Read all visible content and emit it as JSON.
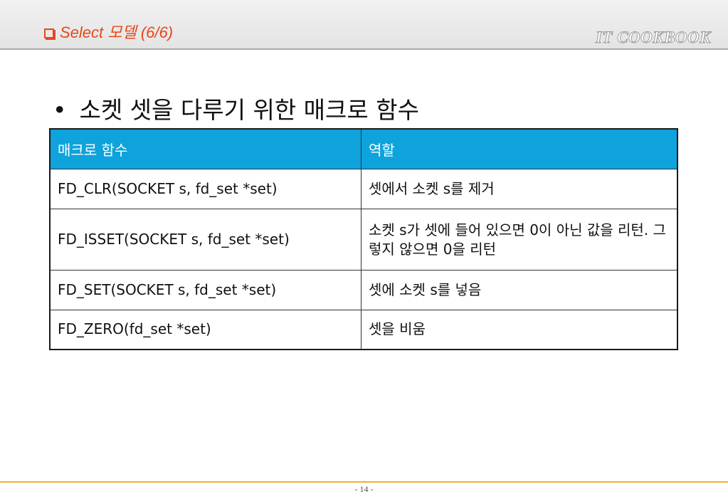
{
  "header": {
    "title": "Select 모델 (6/6)",
    "brand": "IT COOKBOOK"
  },
  "bullet": {
    "text": "소켓 셋을 다루기 위한 매크로 함수"
  },
  "table": {
    "headers": [
      "매크로 함수",
      "역할"
    ],
    "rows": [
      [
        "FD_CLR(SOCKET s, fd_set *set)",
        "셋에서 소켓 s를 제거"
      ],
      [
        "FD_ISSET(SOCKET s, fd_set *set)",
        "소켓 s가 셋에 들어 있으면 0이 아닌 값을 리턴. 그렇지 않으면 0을 리턴"
      ],
      [
        "FD_SET(SOCKET s, fd_set *set)",
        "셋에 소켓 s를 넣음"
      ],
      [
        "FD_ZERO(fd_set  *set)",
        "셋을 비움"
      ]
    ]
  },
  "footer": {
    "page": "- 14 -"
  },
  "colors": {
    "title": "#e8471a",
    "table_header": "#0ea3dc",
    "footer_line": "#f2b134"
  }
}
